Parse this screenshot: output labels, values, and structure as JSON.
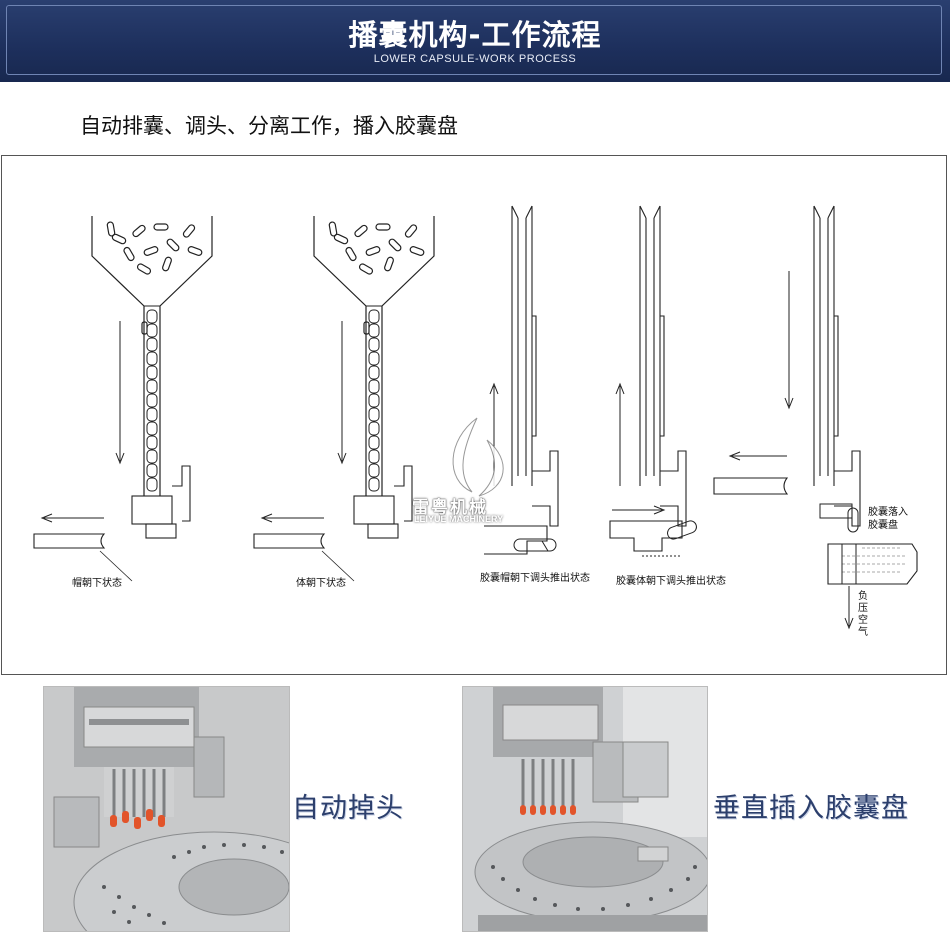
{
  "header": {
    "title": "播囊机构-工作流程",
    "subtitle": "LOWER CAPSULE-WORK PROCESS"
  },
  "intro": "自动排囊、调头、分离工作，播入胶囊盘",
  "diagram": {
    "stage_labels": {
      "cap_down": "帽朝下状态",
      "body_down": "体朝下状态",
      "cap_down_pushed": "胶囊帽朝下调头推出状态",
      "body_down_pushed": "胶囊体朝下调头推出状态",
      "drop_into_plate": "胶囊落入胶囊盘",
      "vacuum": "负压空气"
    }
  },
  "watermark": {
    "brand_cn": "雷粤机械",
    "brand_en": "LEIYUE MACHINERY"
  },
  "photos": [
    {
      "caption": "自动掉头"
    },
    {
      "caption": "垂直插入胶囊盘"
    }
  ],
  "colors": {
    "header_bg": "#1d2f5c",
    "caption": "#2c3f6c",
    "capsule_tip": "#e2542a"
  }
}
